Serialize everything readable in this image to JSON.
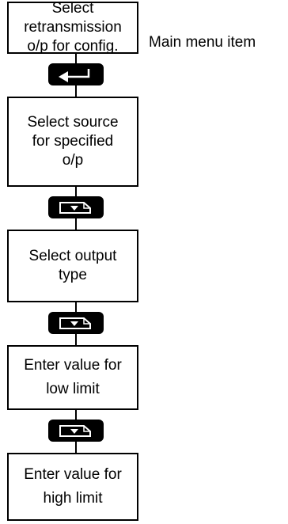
{
  "diagram": {
    "annotation": "Main menu item",
    "steps": [
      {
        "line1": "Select",
        "line2": "retransmission",
        "line3": "o/p for config."
      },
      {
        "line1": "Select source",
        "line2": "for specified",
        "line3": "o/p"
      },
      {
        "line1": "Select output",
        "line2": "type"
      },
      {
        "line1": "Enter value for",
        "line2": "low limit"
      },
      {
        "line1": "Enter value for",
        "line2": "high limit"
      }
    ],
    "keys": [
      {
        "icon": "enter-key-icon"
      },
      {
        "icon": "down-key-icon"
      },
      {
        "icon": "down-key-icon"
      },
      {
        "icon": "down-key-icon"
      }
    ]
  }
}
